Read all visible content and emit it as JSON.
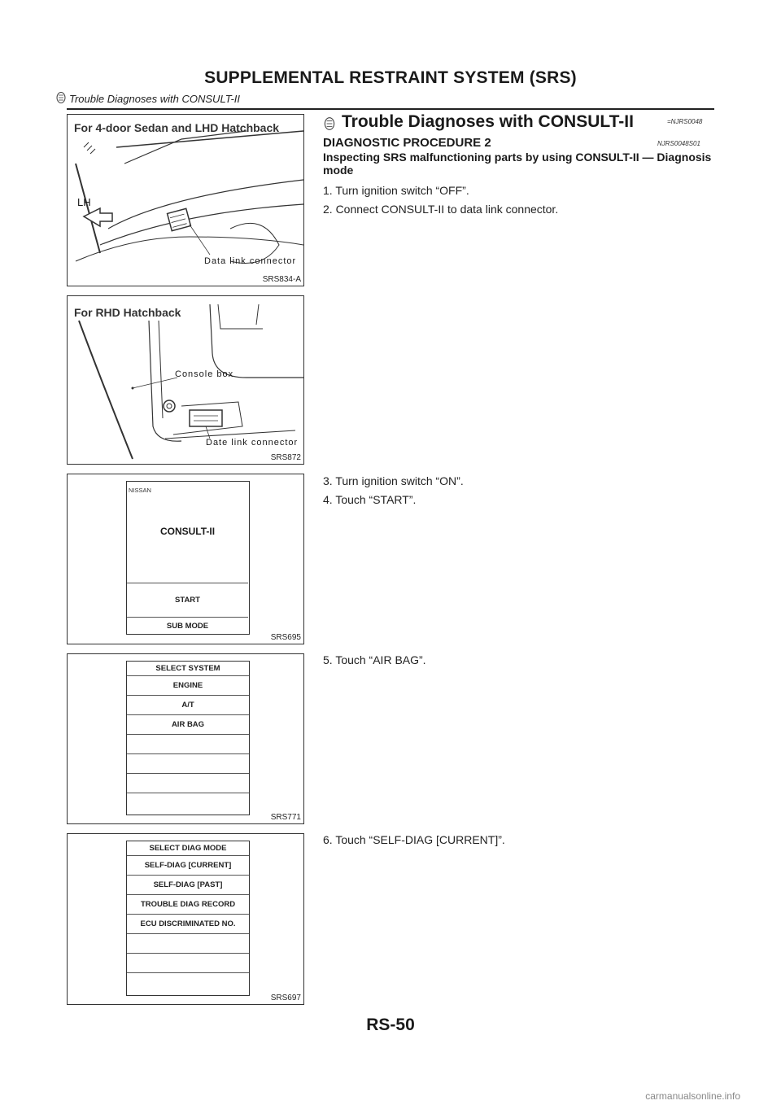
{
  "header": {
    "title": "SUPPLEMENTAL RESTRAINT SYSTEM (SRS)",
    "subtitle": "Trouble Diagnoses with CONSULT-II"
  },
  "section": {
    "title": "Trouble Diagnoses with CONSULT-II",
    "ref": "=NJRS0048",
    "procedure_title": "DIAGNOSTIC PROCEDURE 2",
    "procedure_ref": "NJRS0048S01",
    "subheading": "Inspecting SRS malfunctioning parts by using CONSULT-II — Diagnosis mode"
  },
  "steps": [
    "1. Turn ignition switch “OFF”.",
    "2. Connect CONSULT-II to data link connector.",
    "3. Turn ignition switch “ON”.",
    "4. Touch “START”.",
    "5. Touch “AIR BAG”.",
    "6. Touch “SELF-DIAG [CURRENT]”."
  ],
  "figures": {
    "fig1": {
      "title": "For 4-door Sedan and LHD Hatchback",
      "code": "SRS834-A",
      "label_lh": "LH",
      "label_connector": "Data link connector"
    },
    "fig2": {
      "title": "For RHD Hatchback",
      "code": "SRS872",
      "label_console": "Console box",
      "label_connector": "Date link connector"
    },
    "fig3": {
      "code": "SRS695",
      "brand": "NISSAN",
      "product": "CONSULT-II",
      "start": "START",
      "sub_mode": "SUB MODE"
    },
    "fig4": {
      "code": "SRS771",
      "rows": [
        "SELECT SYSTEM",
        "ENGINE",
        "A/T",
        "AIR BAG",
        "",
        "",
        "",
        ""
      ]
    },
    "fig5": {
      "code": "SRS697",
      "rows": [
        "SELECT DIAG MODE",
        "SELF-DIAG [CURRENT]",
        "SELF-DIAG [PAST]",
        "TROUBLE DIAG RECORD",
        "ECU DISCRIMINATED NO.",
        "",
        "",
        ""
      ]
    }
  },
  "page_number": "RS-50",
  "footer": "carmanualsonline.info"
}
